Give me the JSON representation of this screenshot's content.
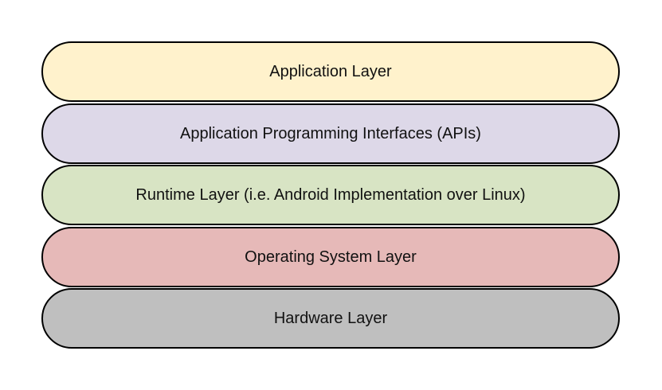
{
  "layers": [
    {
      "label": "Application Layer",
      "color": "#FFF2CC"
    },
    {
      "label": "Application Programming Interfaces (APIs)",
      "color": "#DDD8E8"
    },
    {
      "label": "Runtime Layer (i.e. Android Implementation over Linux)",
      "color": "#D8E4C4"
    },
    {
      "label": "Operating System Layer",
      "color": "#E6B9B8"
    },
    {
      "label": "Hardware Layer",
      "color": "#BFBFBF"
    }
  ]
}
